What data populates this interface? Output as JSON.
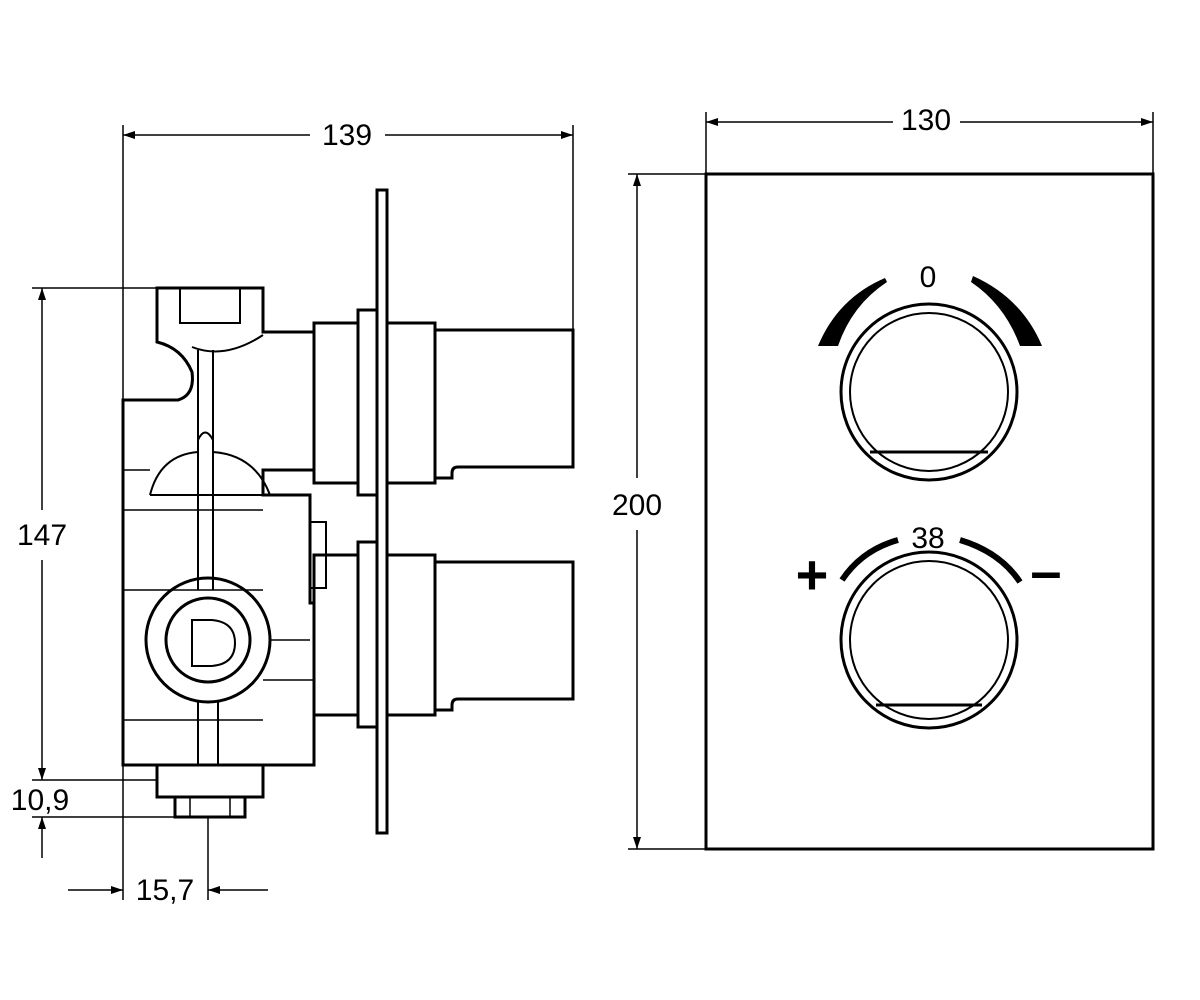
{
  "dimensions": {
    "side_width": "139",
    "side_height": "147",
    "bottom_offset": "10,9",
    "bottom_left_offset": "15,7",
    "plate_width": "130",
    "plate_height": "200"
  },
  "plate_labels": {
    "upper_dial_value": "0",
    "lower_dial_value": "38",
    "plus_symbol": "+",
    "minus_symbol": "–"
  }
}
